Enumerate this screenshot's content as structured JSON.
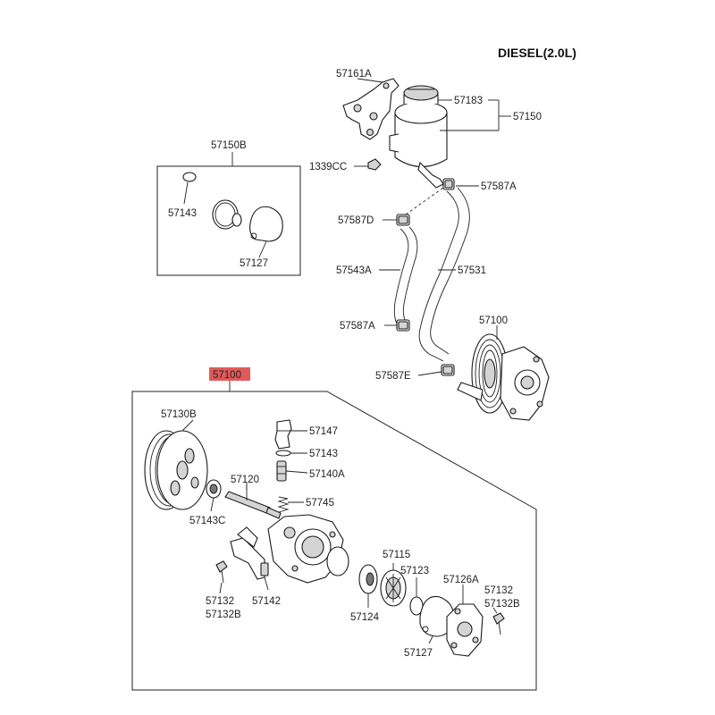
{
  "engine_label": "DIESEL(2.0L)",
  "highlight_color": "#e05a5a",
  "assembly": {
    "label": "57100"
  },
  "callouts": {
    "c57161A": "57161A",
    "c57183": "57183",
    "c57150": "57150",
    "c1339CC": "1339CC",
    "c57587A_top": "57587A",
    "c57587D": "57587D",
    "c57543A": "57543A",
    "c57531": "57531",
    "c57587A_low": "57587A",
    "c57100_pump": "57100",
    "c57587E": "57587E",
    "c57150B": "57150B",
    "c57143_box": "57143",
    "c57127_box": "57127",
    "c57130B": "57130B",
    "c57147": "57147",
    "c57143": "57143",
    "c57140A": "57140A",
    "c57120": "57120",
    "c57745": "57745",
    "c57143C": "57143C",
    "c57115": "57115",
    "c57123": "57123",
    "c57126A": "57126A",
    "c57132_r1": "57132",
    "c57132B_r": "57132B",
    "c57132_l1": "57132",
    "c57132B_l": "57132B",
    "c57142": "57142",
    "c57124": "57124",
    "c57127": "57127"
  }
}
